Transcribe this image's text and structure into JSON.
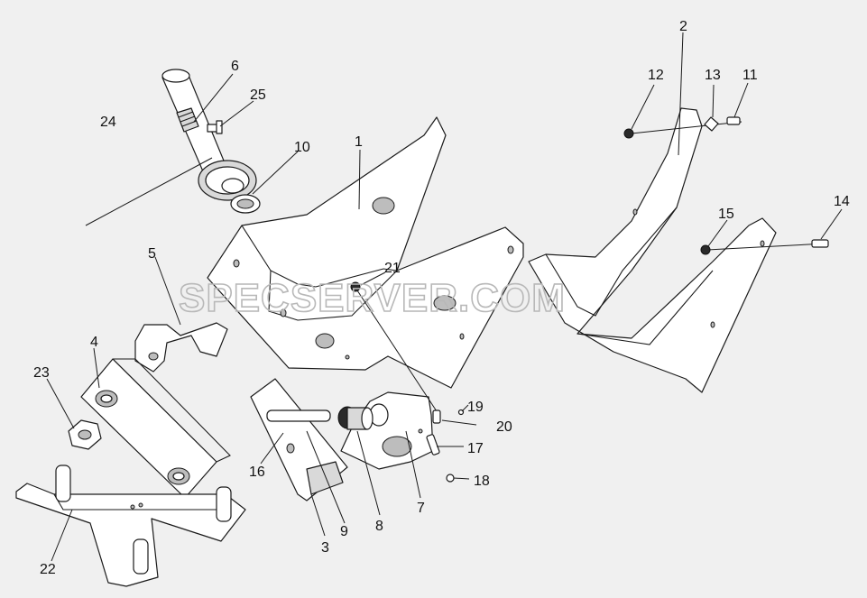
{
  "watermark": "SPECSERVER.COM",
  "callouts": {
    "c1": "1",
    "c2": "2",
    "c3": "3",
    "c4": "4",
    "c5": "5",
    "c6": "6",
    "c7": "7",
    "c8": "8",
    "c9": "9",
    "c10": "10",
    "c11": "11",
    "c12": "12",
    "c13": "13",
    "c14": "14",
    "c15": "15",
    "c16": "16",
    "c17": "17",
    "c18": "18",
    "c19": "19",
    "c20": "20",
    "c21": "21",
    "c22": "22",
    "c23": "23",
    "c24": "24",
    "c25": "25"
  }
}
